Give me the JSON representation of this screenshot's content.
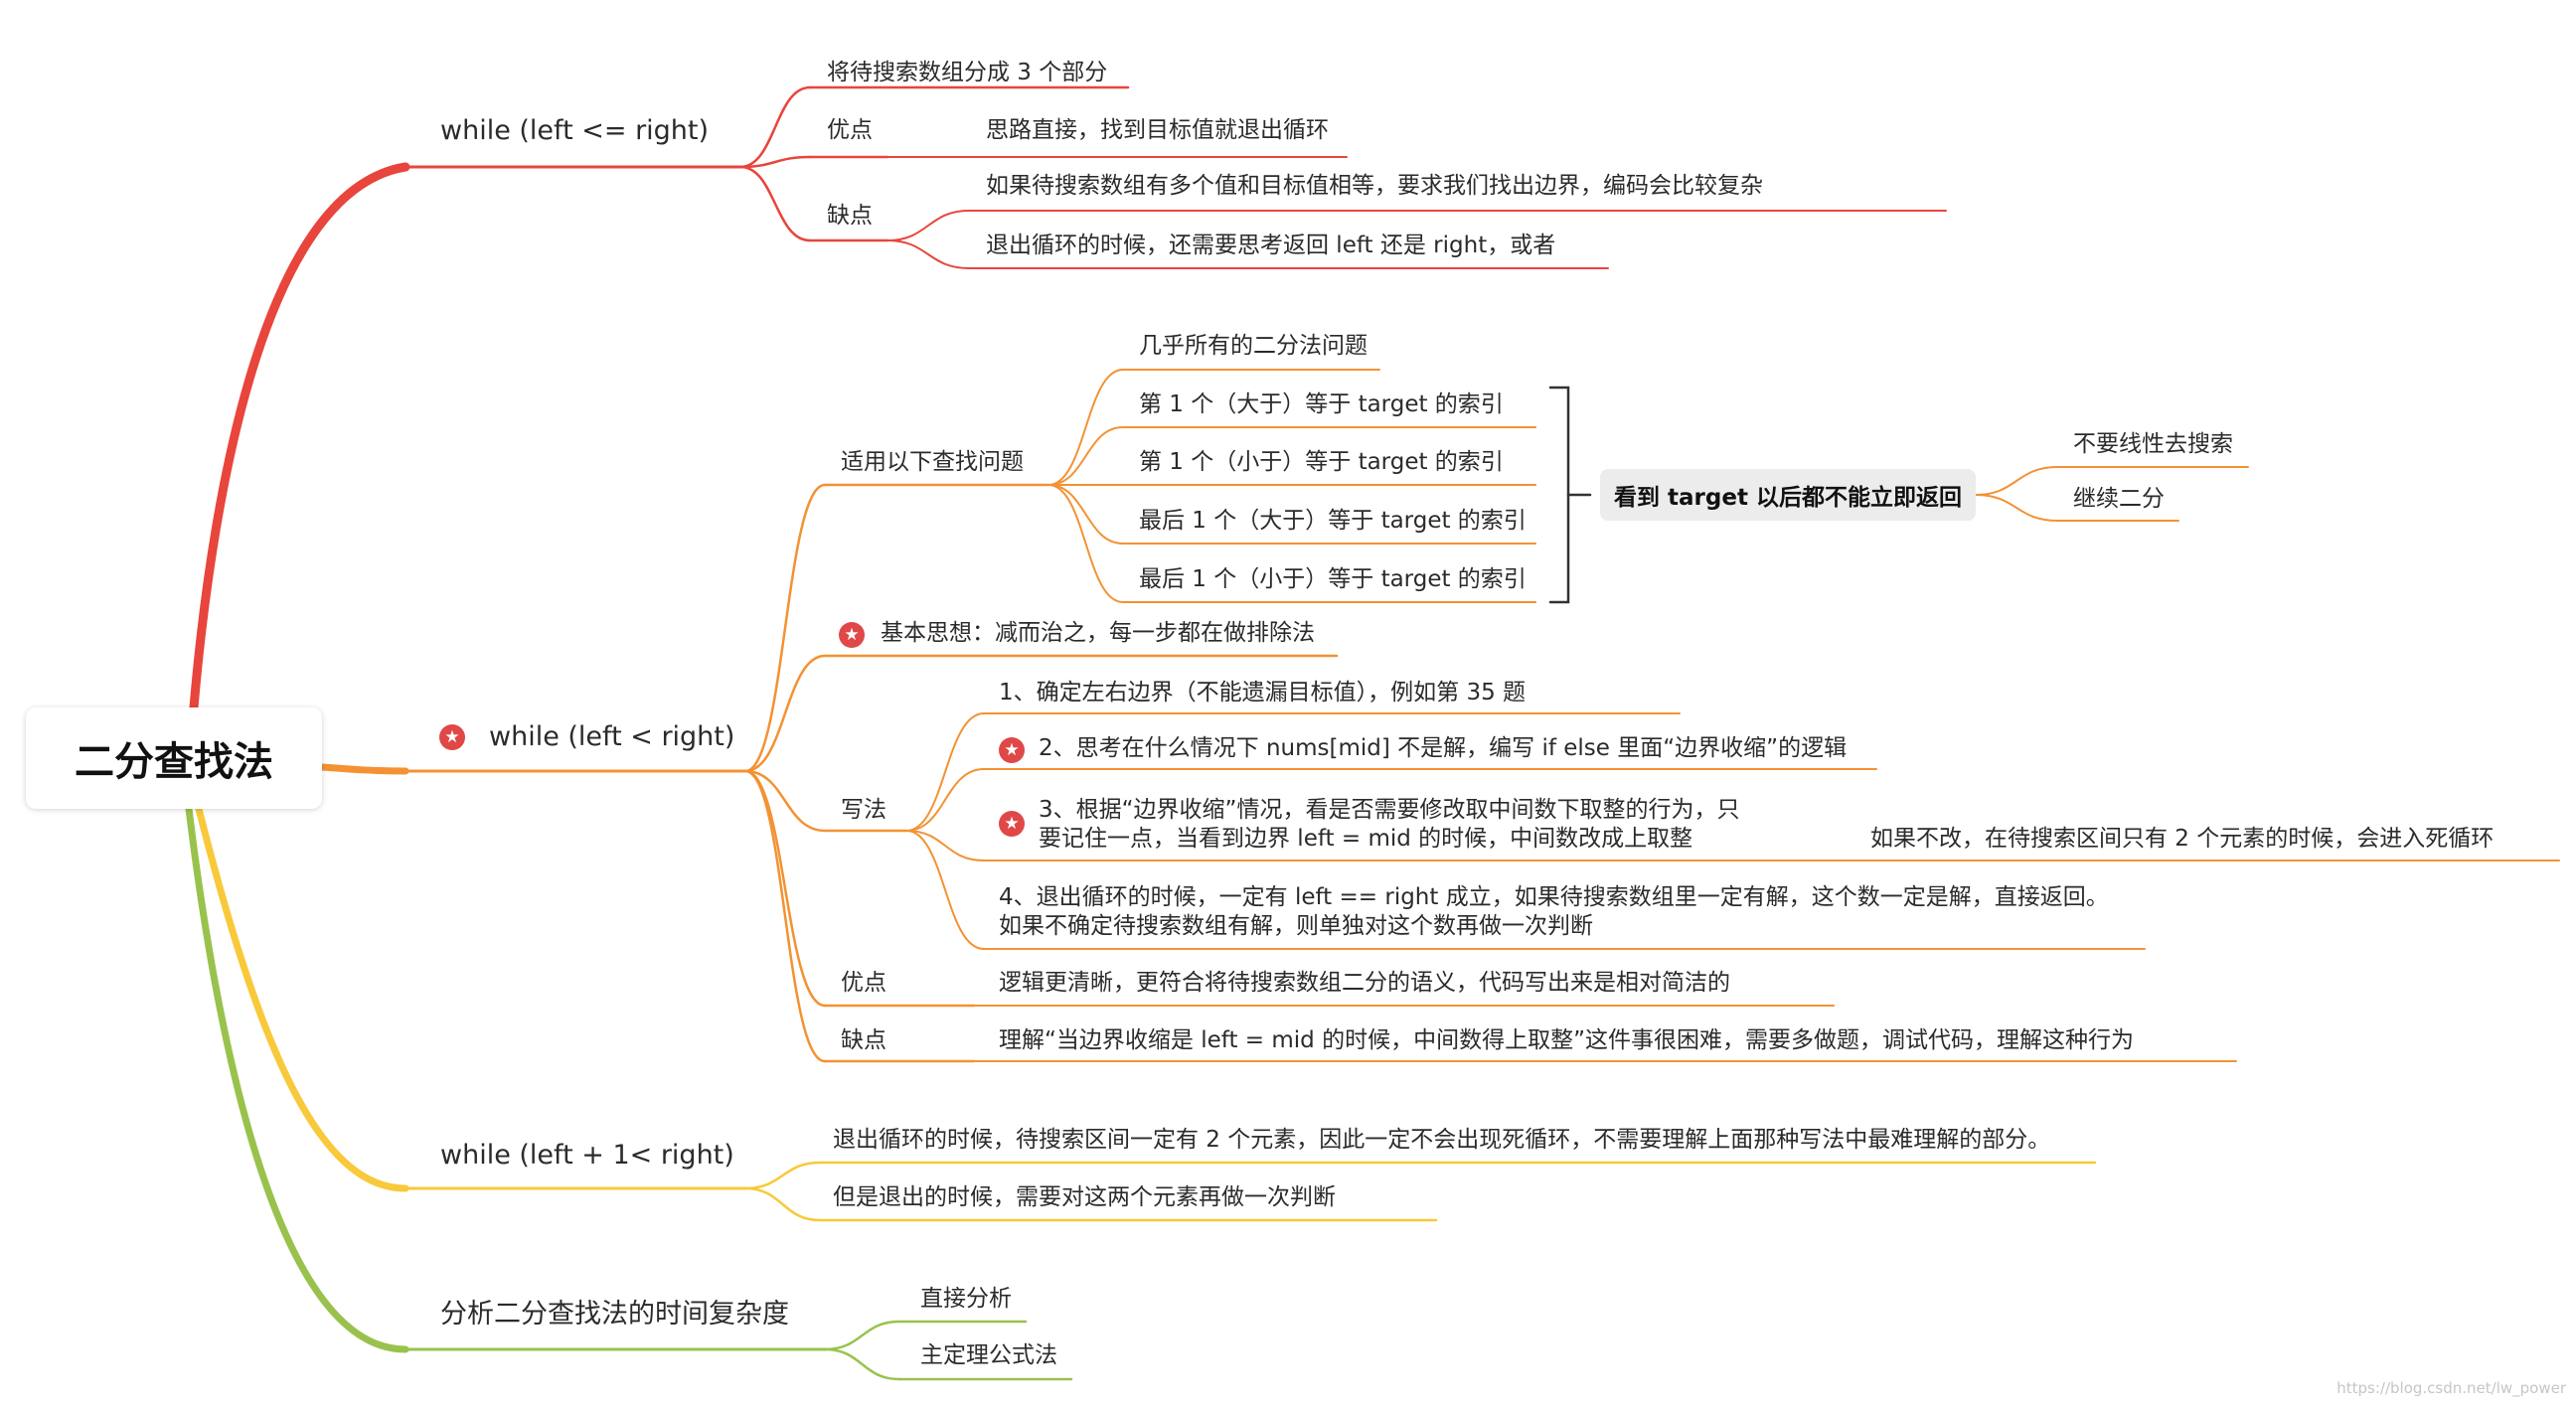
{
  "root": "二分查找法",
  "b1": {
    "title": "while (left <= right)",
    "c1": "将待搜索数组分成 3 个部分",
    "adv_label": "优点",
    "adv_text": "思路直接，找到目标值就退出循环",
    "dis_label": "缺点",
    "dis_1": "如果待搜索数组有多个值和目标值相等，要求我们找出边界，编码会比较复杂",
    "dis_2": "退出循环的时候，还需要思考返回 left 还是  right，或者"
  },
  "b2": {
    "title": "while (left < right)",
    "apply_label": "适用以下查找问题",
    "apply_items": [
      "几乎所有的二分法问题",
      "第 1 个（大于）等于 target 的索引",
      "第 1 个（小于）等于 target 的索引",
      "最后 1 个（大于）等于 target 的索引",
      "最后 1 个（小于）等于 target 的索引"
    ],
    "callout": "看到 target 以后都不能立即返回",
    "callout_children": [
      "不要线性去搜索",
      "继续二分"
    ],
    "basic": "基本思想：减而治之，每一步都在做排除法",
    "write_label": "写法",
    "w1": "1、确定左右边界（不能遗漏目标值），例如第 35 题",
    "w2": "2、思考在什么情况下 nums[mid] 不是解，编写 if else 里面“边界收缩”的逻辑",
    "w3_line1": "3、根据“边界收缩”情况，看是否需要修改取中间数下取整的行为，只",
    "w3_line2": "要记住一点，当看到边界 left = mid 的时候，中间数改成上取整",
    "w3_child": "如果不改，在待搜索区间只有 2 个元素的时候，会进入死循环",
    "w4_line1": "4、退出循环的时候，一定有 left == right 成立，如果待搜索数组里一定有解，这个数一定是解，直接返回。",
    "w4_line2": "如果不确定待搜索数组有解，则单独对这个数再做一次判断",
    "adv_label": "优点",
    "adv_text": "逻辑更清晰，更符合将待搜索数组二分的语义，代码写出来是相对简洁的",
    "dis_label": "缺点",
    "dis_text": "理解“当边界收缩是 left = mid 的时候，中间数得上取整”这件事很困难，需要多做题，调试代码，理解这种行为"
  },
  "b3": {
    "title": "while (left + 1< right)",
    "c1": "退出循环的时候，待搜索区间一定有 2 个元素，因此一定不会出现死循环，不需要理解上面那种写法中最难理解的部分。",
    "c2": "但是退出的时候，需要对这两个元素再做一次判断"
  },
  "b4": {
    "title": "分析二分查找法的时间复杂度",
    "c1": "直接分析",
    "c2": "主定理公式法"
  },
  "watermark": "https://blog.csdn.net/lw_power",
  "colors": {
    "red": "#e8453c",
    "orange": "#f39233",
    "yellow": "#f8c93a",
    "green": "#99c24d"
  },
  "icons": {
    "star": "star-icon"
  }
}
